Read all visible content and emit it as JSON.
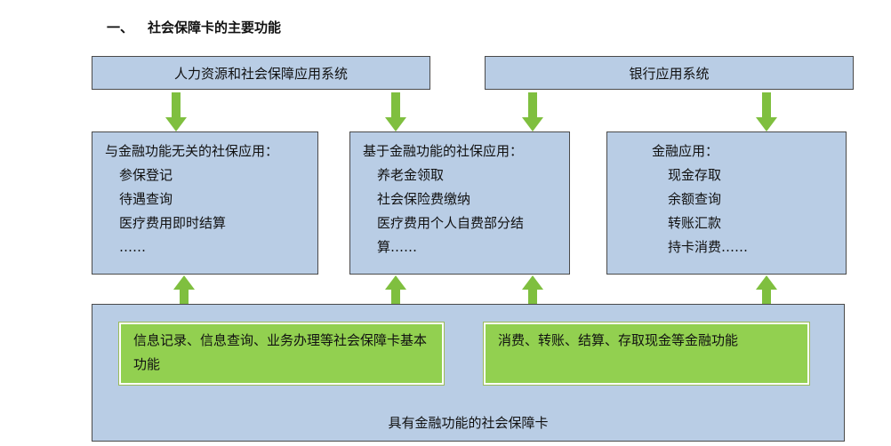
{
  "heading": {
    "number": "一、",
    "text": "社会保障卡的主要功能"
  },
  "systems": {
    "hr": "人力资源和社会保障应用系统",
    "bank": "银行应用系统"
  },
  "app_boxes": {
    "non_financial": {
      "title": "与金融功能无关的社保应用：",
      "items": [
        "参保登记",
        "待遇查询",
        "医疗费用即时结算",
        "……"
      ]
    },
    "financial_based": {
      "title": "基于金融功能的社保应用：",
      "items": [
        "养老金领取",
        "社会保险费缴纳",
        "医疗费用个人自费部分结",
        "算……"
      ]
    },
    "financial": {
      "title": "金融应用：",
      "items": [
        "现金存取",
        "余额查询",
        "转账汇款",
        "持卡消费……"
      ]
    }
  },
  "card": {
    "basic_functions": "信息记录、信息查询、业务办理等社会保障卡基本功能",
    "financial_functions": "消费、转账、结算、存取现金等金融功能",
    "label": "具有金融功能的社会保障卡"
  },
  "colors": {
    "box_fill": "#b9cde5",
    "green_fill": "#92d050",
    "arrow_fill": "#7fbf3f"
  }
}
